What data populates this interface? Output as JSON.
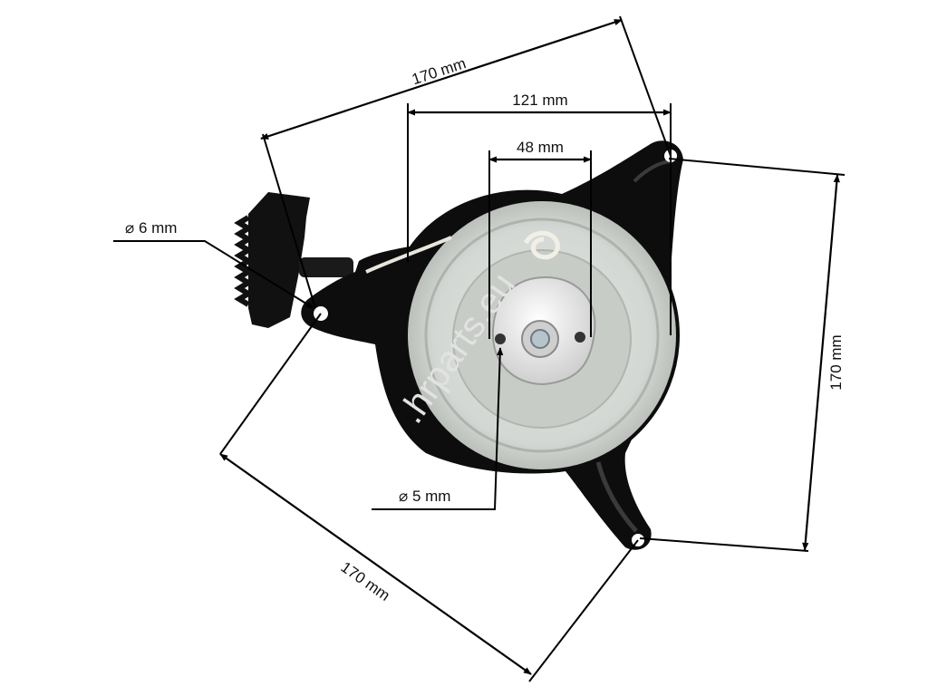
{
  "watermark": ".hrparts.eu",
  "dimensions": {
    "top_diagonal": "170 mm",
    "outer_width": "121 mm",
    "inner_width": "48 mm",
    "right_height": "170 mm",
    "bottom_diagonal": "170 mm",
    "hole_large": "⌀ 6 mm",
    "hole_small": "⌀ 5 mm"
  },
  "colors": {
    "housing": "#0d0d0d",
    "pulley": "#d6dad6",
    "pulley_inner": "#c3c8c3",
    "hub": "#e9e9e9",
    "rope": "#f2f0e6"
  }
}
